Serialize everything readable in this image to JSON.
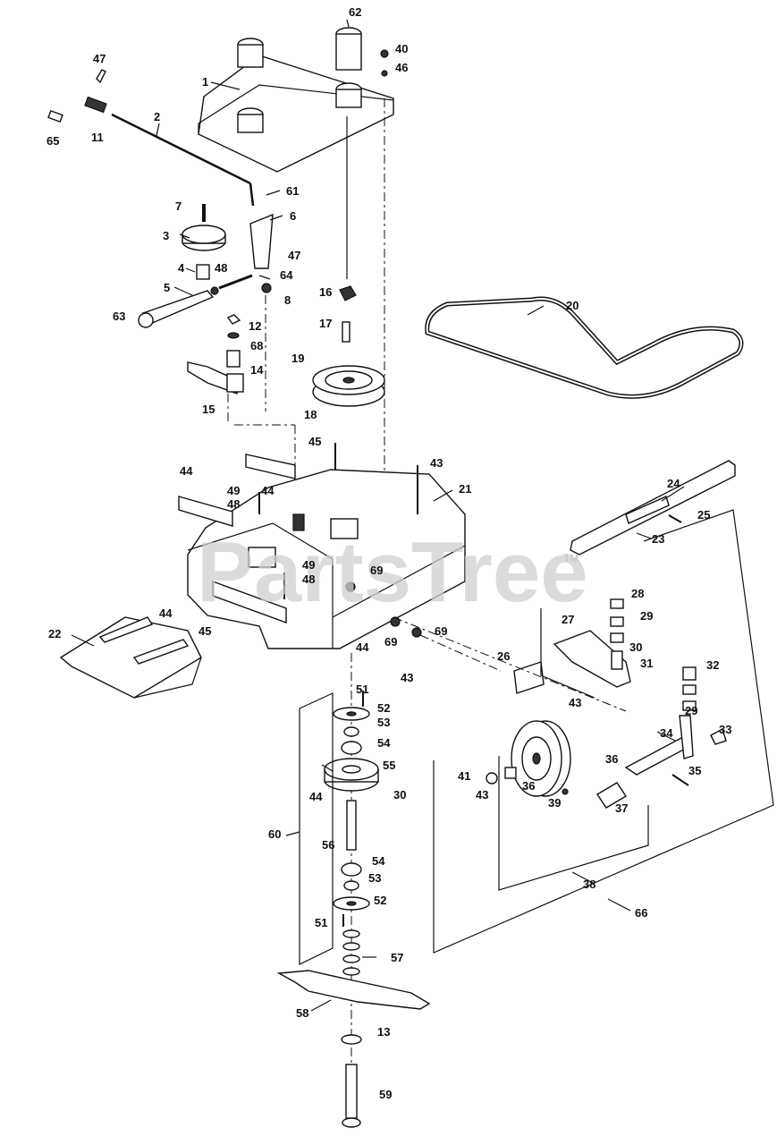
{
  "watermark": {
    "text": "PartsTree",
    "trademark": "TM"
  },
  "callouts": [
    "1",
    "2",
    "3",
    "4",
    "5",
    "6",
    "7",
    "8",
    "11",
    "12",
    "13",
    "14",
    "15",
    "16",
    "17",
    "18",
    "19",
    "20",
    "21",
    "22",
    "23",
    "24",
    "25",
    "26",
    "27",
    "28",
    "29",
    "30",
    "31",
    "32",
    "33",
    "34",
    "35",
    "36",
    "37",
    "38",
    "39",
    "40",
    "41",
    "43",
    "44",
    "45",
    "46",
    "47",
    "48",
    "49",
    "51",
    "52",
    "53",
    "54",
    "55",
    "56",
    "57",
    "58",
    "59",
    "60",
    "61",
    "62",
    "63",
    "64",
    "65",
    "66",
    "68",
    "69"
  ]
}
